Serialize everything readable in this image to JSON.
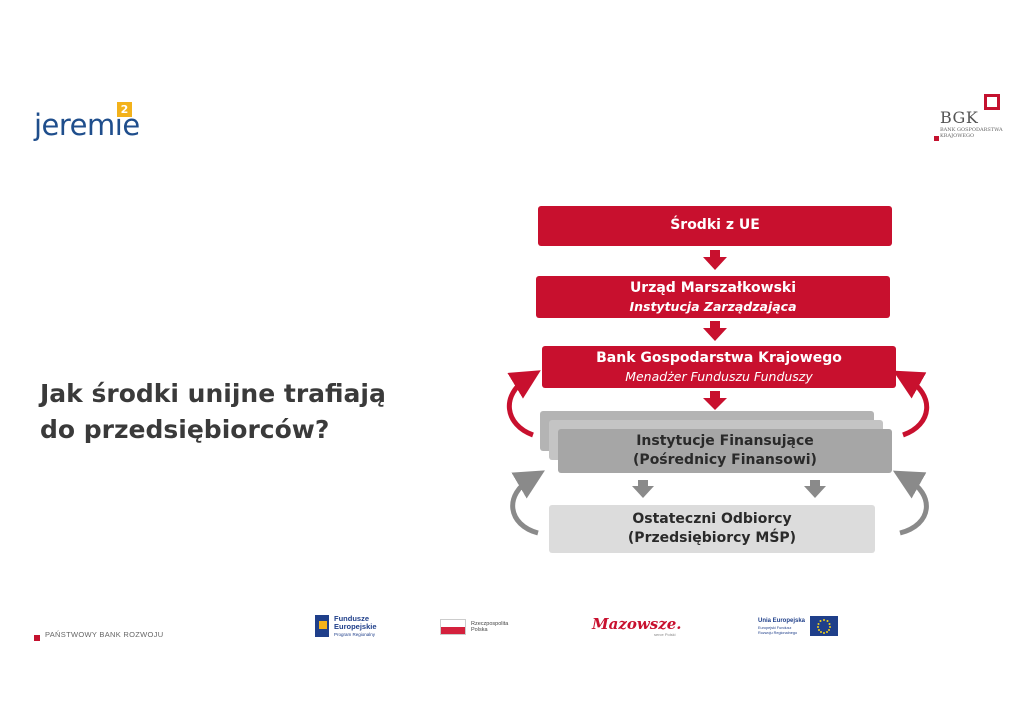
{
  "logos": {
    "jeremie": "jeremie",
    "jeremie_badge": "2",
    "bgk": "BGK",
    "bgk_sub": "BANK GOSPODARSTWA KRAJOWEGO",
    "pbr": "PAŃSTWOWY BANK ROZWOJU",
    "fe_title": "Fundusze Europejskie",
    "fe_sub": "Program Regionalny",
    "rp": "Rzeczpospolita Polska",
    "mazowsze": "Mazowsze.",
    "mazowsze_sub": "serce Polski",
    "ue_title": "Unia Europejska",
    "ue_sub": "Europejski Fundusz Rozwoju Regionalnego"
  },
  "headline": {
    "line1": "Jak środki unijne trafiają",
    "line2": "do przedsiębiorców?"
  },
  "flow": {
    "box1_title": "Środki z UE",
    "box2_title": "Urząd Marszałkowski",
    "box2_sub": "Instytucja Zarządzająca",
    "box3_title": "Bank Gospodarstwa Krajowego",
    "box3_sub": "Menadżer Funduszu Funduszy",
    "box4_title": "Instytucje Finansujące",
    "box4_sub": "(Pośrednicy Finansowi)",
    "box5_title": "Ostateczni Odbiorcy",
    "box5_sub": "(Przedsiębiorcy MŚP)"
  },
  "colors": {
    "red": "#c8102e",
    "gray": "#a6a6a6",
    "light_gray": "#dcdcdc",
    "text_dark": "#3a3a3a"
  }
}
